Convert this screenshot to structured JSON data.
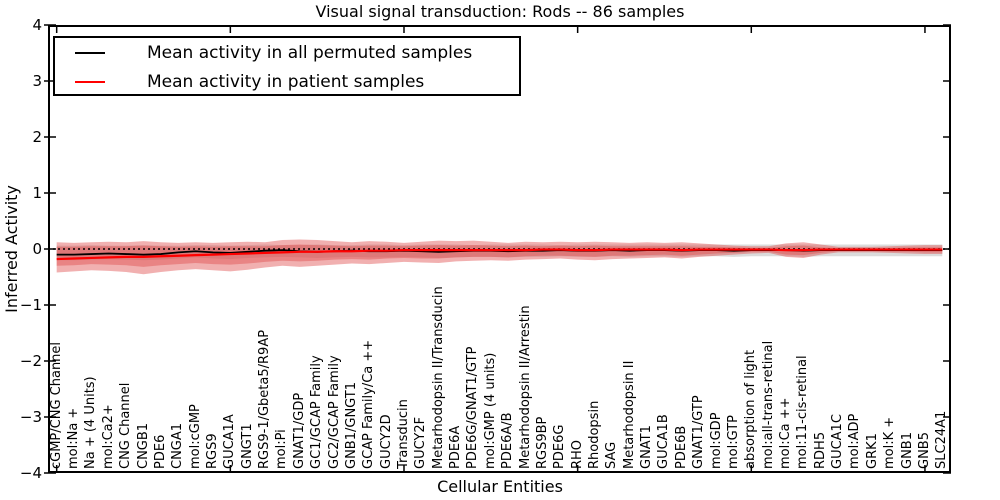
{
  "title": "Visual signal transduction: Rods -- 86 samples",
  "axes": {
    "ylabel": "Inferred Activity",
    "xlabel": "Cellular Entities",
    "yticks": [
      {
        "label": "4",
        "value": 4
      },
      {
        "label": "3",
        "value": 3
      },
      {
        "label": "2",
        "value": 2
      },
      {
        "label": "1",
        "value": 1
      },
      {
        "label": "0",
        "value": 0
      },
      {
        "label": "−1",
        "value": -1
      },
      {
        "label": "−2",
        "value": -2
      },
      {
        "label": "−3",
        "value": -3
      },
      {
        "label": "−4",
        "value": -4
      }
    ]
  },
  "legend": {
    "items": [
      {
        "label": "Mean activity in all permuted samples",
        "color": "#000000"
      },
      {
        "label": "Mean activity in patient samples",
        "color": "#ff0000"
      }
    ]
  },
  "chart_data": {
    "type": "line",
    "title": "Visual signal transduction: Rods -- 86 samples",
    "xlabel": "Cellular Entities",
    "ylabel": "Inferred Activity",
    "ylim": [
      -4,
      4
    ],
    "grid": false,
    "legend_position": "upper left",
    "zero_line": {
      "y": 0,
      "style": "dotted",
      "color": "#000000"
    },
    "categories": [
      "cGMP/CNG Channel",
      "mol:Na +",
      "Na + (4 Units)",
      "mol:Ca2+",
      "CNG Channel",
      "CNGB1",
      "PDE6",
      "CNGA1",
      "mol:cGMP",
      "RGS9",
      "GUCA1A",
      "GNGT1",
      "RGS9-1/Gbeta5/R9AP",
      "mol:Pi",
      "GNAT1/GDP",
      "GC1/GCAP Family",
      "GC2/GCAP Family",
      "GNB1/GNGT1",
      "GCAP Family/Ca ++",
      "GUCY2D",
      "Transducin",
      "GUCY2F",
      "Metarhodopsin II/Transducin",
      "PDE6A",
      "PDE6G/GNAT1/GTP",
      "mol:GMP (4 units)",
      "PDE6A/B",
      "Metarhodopsin II/Arrestin",
      "RGS9BP",
      "PDE6G",
      "RHO",
      "Rhodopsin",
      "SAG",
      "Metarhodopsin II",
      "GNAT1",
      "GUCA1B",
      "PDE6B",
      "GNAT1/GTP",
      "mol:GDP",
      "mol:GTP",
      "absorption of light",
      "mol:all-trans-retinal",
      "mol:Ca ++",
      "mol:11-cis-retinal",
      "RDH5",
      "GUCA1C",
      "mol:ADP",
      "GRK1",
      "mol:K +",
      "GNB1",
      "GNB5",
      "SLC24A1"
    ],
    "series": [
      {
        "name": "Mean activity in all permuted samples",
        "color": "#000000",
        "width": 1.8,
        "values": [
          -0.1,
          -0.1,
          -0.09,
          -0.08,
          -0.09,
          -0.1,
          -0.09,
          -0.06,
          -0.04,
          -0.06,
          -0.07,
          -0.05,
          -0.03,
          -0.02,
          -0.04,
          -0.05,
          -0.04,
          -0.03,
          -0.04,
          -0.04,
          -0.03,
          -0.04,
          -0.05,
          -0.04,
          -0.03,
          -0.03,
          -0.04,
          -0.03,
          -0.03,
          -0.02,
          -0.03,
          -0.03,
          -0.02,
          -0.03,
          -0.02,
          -0.02,
          -0.03,
          -0.02,
          -0.02,
          -0.03,
          -0.02,
          -0.02,
          -0.02,
          -0.03,
          -0.02,
          -0.02,
          -0.02,
          -0.02,
          -0.02,
          -0.02,
          -0.02,
          -0.02
        ]
      },
      {
        "name": "Mean activity in patient samples",
        "color": "#ff0000",
        "width": 2.2,
        "values": [
          -0.18,
          -0.17,
          -0.16,
          -0.15,
          -0.14,
          -0.14,
          -0.13,
          -0.12,
          -0.11,
          -0.1,
          -0.09,
          -0.08,
          -0.07,
          -0.06,
          -0.05,
          -0.05,
          -0.04,
          -0.04,
          -0.03,
          -0.03,
          -0.02,
          -0.02,
          -0.02,
          -0.02,
          -0.02,
          -0.02,
          -0.02,
          -0.02,
          -0.01,
          -0.01,
          -0.02,
          -0.02,
          -0.01,
          -0.01,
          -0.01,
          -0.01,
          -0.02,
          -0.01,
          -0.01,
          -0.01,
          -0.01,
          -0.01,
          -0.02,
          -0.02,
          -0.01,
          -0.01,
          -0.01,
          -0.01,
          -0.01,
          -0.01,
          -0.01,
          -0.01
        ]
      }
    ],
    "bands": [
      {
        "name": "permuted-std",
        "color": "#999999",
        "opacity": 0.35,
        "upper": [
          0.06,
          0.06,
          0.07,
          0.06,
          0.06,
          0.07,
          0.06,
          0.06,
          0.07,
          0.07,
          0.06,
          0.07,
          0.08,
          0.07,
          0.07,
          0.08,
          0.07,
          0.07,
          0.08,
          0.08,
          0.07,
          0.08,
          0.08,
          0.08,
          0.07,
          0.08,
          0.08,
          0.08,
          0.08,
          0.07,
          0.08,
          0.08,
          0.08,
          0.08,
          0.08,
          0.08,
          0.08,
          0.08,
          0.08,
          0.08,
          0.08,
          0.08,
          0.08,
          0.08,
          0.08,
          0.08,
          0.08,
          0.08,
          0.08,
          0.08,
          0.08,
          0.08
        ],
        "lower": [
          -0.2,
          -0.2,
          -0.19,
          -0.18,
          -0.19,
          -0.2,
          -0.19,
          -0.17,
          -0.15,
          -0.17,
          -0.18,
          -0.16,
          -0.15,
          -0.14,
          -0.15,
          -0.16,
          -0.15,
          -0.14,
          -0.15,
          -0.15,
          -0.14,
          -0.15,
          -0.16,
          -0.15,
          -0.14,
          -0.14,
          -0.15,
          -0.14,
          -0.14,
          -0.13,
          -0.14,
          -0.14,
          -0.13,
          -0.14,
          -0.13,
          -0.13,
          -0.14,
          -0.13,
          -0.13,
          -0.14,
          -0.13,
          -0.13,
          -0.13,
          -0.14,
          -0.13,
          -0.13,
          -0.13,
          -0.13,
          -0.13,
          -0.13,
          -0.13,
          -0.13
        ]
      },
      {
        "name": "patient-std-outer",
        "color": "#e05050",
        "opacity": 0.45,
        "upper": [
          0.12,
          0.11,
          0.12,
          0.13,
          0.12,
          0.14,
          0.12,
          0.11,
          0.12,
          0.11,
          0.12,
          0.13,
          0.12,
          0.16,
          0.17,
          0.16,
          0.14,
          0.12,
          0.14,
          0.13,
          0.11,
          0.13,
          0.15,
          0.14,
          0.15,
          0.13,
          0.11,
          0.13,
          0.12,
          0.13,
          0.12,
          0.13,
          0.12,
          0.11,
          0.12,
          0.11,
          0.12,
          0.1,
          0.08,
          0.06,
          0.05,
          0.05,
          0.1,
          0.12,
          0.08,
          0.04,
          0.04,
          0.04,
          0.05,
          0.06,
          0.07,
          0.07
        ],
        "lower": [
          -0.42,
          -0.4,
          -0.38,
          -0.39,
          -0.41,
          -0.45,
          -0.41,
          -0.38,
          -0.36,
          -0.38,
          -0.4,
          -0.37,
          -0.33,
          -0.3,
          -0.32,
          -0.3,
          -0.28,
          -0.26,
          -0.27,
          -0.25,
          -0.23,
          -0.24,
          -0.25,
          -0.22,
          -0.21,
          -0.2,
          -0.21,
          -0.19,
          -0.18,
          -0.17,
          -0.19,
          -0.2,
          -0.18,
          -0.17,
          -0.16,
          -0.15,
          -0.17,
          -0.14,
          -0.12,
          -0.1,
          -0.08,
          -0.07,
          -0.14,
          -0.16,
          -0.1,
          -0.06,
          -0.06,
          -0.06,
          -0.07,
          -0.08,
          -0.09,
          -0.09
        ]
      },
      {
        "name": "patient-std-inner",
        "color": "#e05050",
        "opacity": 0.45,
        "upper": [
          0.04,
          0.04,
          0.05,
          0.05,
          0.05,
          0.06,
          0.05,
          0.04,
          0.05,
          0.04,
          0.05,
          0.05,
          0.05,
          0.07,
          0.08,
          0.07,
          0.06,
          0.05,
          0.06,
          0.06,
          0.05,
          0.06,
          0.07,
          0.06,
          0.07,
          0.06,
          0.05,
          0.06,
          0.05,
          0.06,
          0.05,
          0.06,
          0.05,
          0.05,
          0.05,
          0.05,
          0.05,
          0.04,
          0.04,
          0.03,
          0.02,
          0.02,
          0.05,
          0.06,
          0.03,
          0.02,
          0.02,
          0.02,
          0.02,
          0.03,
          0.03,
          0.03
        ],
        "lower": [
          -0.3,
          -0.29,
          -0.27,
          -0.28,
          -0.29,
          -0.32,
          -0.29,
          -0.27,
          -0.25,
          -0.27,
          -0.28,
          -0.26,
          -0.23,
          -0.21,
          -0.22,
          -0.21,
          -0.19,
          -0.18,
          -0.19,
          -0.17,
          -0.16,
          -0.17,
          -0.17,
          -0.15,
          -0.14,
          -0.14,
          -0.15,
          -0.13,
          -0.12,
          -0.12,
          -0.13,
          -0.14,
          -0.12,
          -0.12,
          -0.11,
          -0.1,
          -0.12,
          -0.1,
          -0.08,
          -0.07,
          -0.05,
          -0.05,
          -0.1,
          -0.11,
          -0.07,
          -0.04,
          -0.04,
          -0.04,
          -0.05,
          -0.05,
          -0.06,
          -0.06
        ]
      }
    ]
  }
}
